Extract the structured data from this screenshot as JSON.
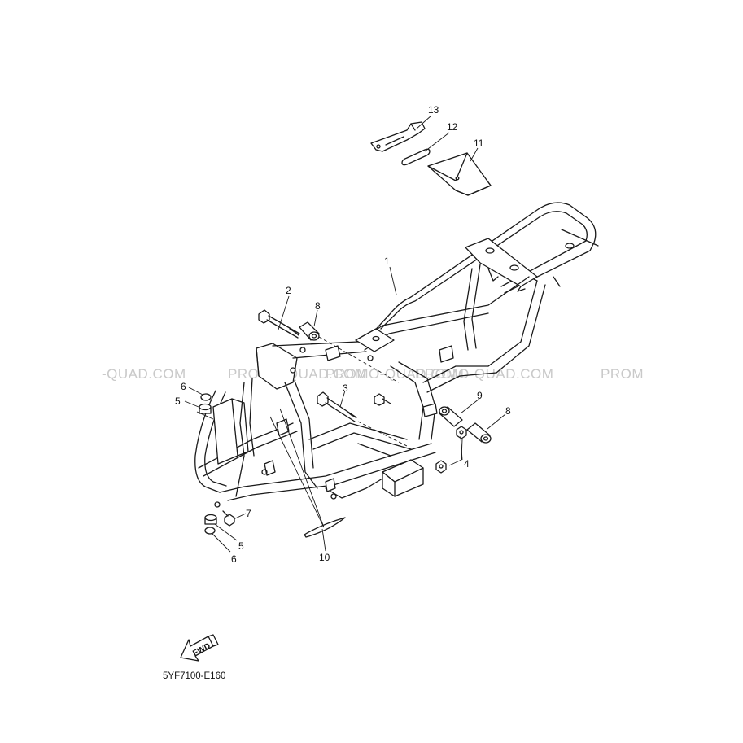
{
  "watermark": {
    "items": [
      "-QUAD.COM",
      "PROMO-QUAD.COM",
      "PROMO-QUAD.COM",
      "PROMO-QUAD.COM",
      "PROM"
    ],
    "color": "#c9c9c9"
  },
  "callouts": [
    {
      "id": "c1",
      "label": "1"
    },
    {
      "id": "c2",
      "label": "2"
    },
    {
      "id": "c3",
      "label": "3"
    },
    {
      "id": "c4",
      "label": "4"
    },
    {
      "id": "c5a",
      "label": "5"
    },
    {
      "id": "c5b",
      "label": "5"
    },
    {
      "id": "c6a",
      "label": "6"
    },
    {
      "id": "c6b",
      "label": "6"
    },
    {
      "id": "c7",
      "label": "7"
    },
    {
      "id": "c8a",
      "label": "8"
    },
    {
      "id": "c8b",
      "label": "8"
    },
    {
      "id": "c9",
      "label": "9"
    },
    {
      "id": "c10",
      "label": "10"
    },
    {
      "id": "c11",
      "label": "11"
    },
    {
      "id": "c12",
      "label": "12"
    },
    {
      "id": "c13",
      "label": "13"
    }
  ],
  "fwd_arrow": {
    "label": "FWD"
  },
  "diagram_code": "5YF7100-E160"
}
